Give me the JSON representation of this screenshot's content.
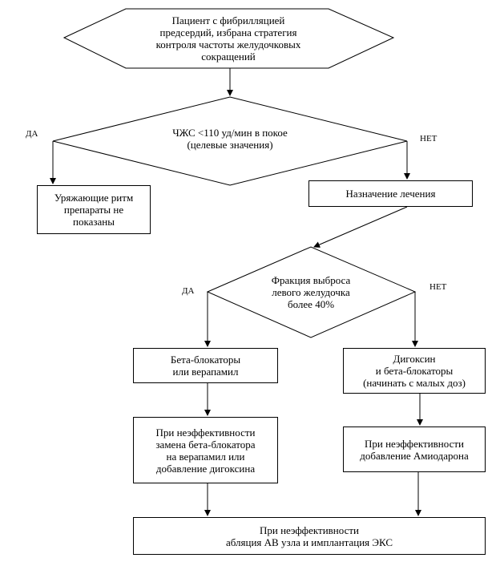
{
  "nodes": {
    "start": {
      "lines": [
        "Пациент с фибрилляцией",
        "предсердий, избрана стратегия",
        "контроля частоты желудочковых",
        "сокращений"
      ]
    },
    "hr_decision": {
      "lines": [
        "ЧЖС <110 уд/мин в покое",
        "(целевые значения)"
      ]
    },
    "no_drugs": {
      "lines": [
        "Уряжающие ритм",
        "препараты не",
        "показаны"
      ]
    },
    "treatment": {
      "lines": [
        "Назначение лечения"
      ]
    },
    "ef_decision": {
      "lines": [
        "Фракция выброса",
        "левого желудочка",
        "более 40%"
      ]
    },
    "beta_verap": {
      "lines": [
        "Бета-блокаторы",
        "или верапамил"
      ]
    },
    "digoxin_beta": {
      "lines": [
        "Дигоксин",
        "и бета-блокаторы",
        "(начинать с малых доз)"
      ]
    },
    "replace": {
      "lines": [
        "При неэффективности",
        "замена бета-блокатора",
        "на верапамил или",
        "добавление дигоксина"
      ]
    },
    "amiodarone": {
      "lines": [
        "При неэффективности",
        "добавление Амиодарона"
      ]
    },
    "ablation": {
      "lines": [
        "При неэффективности",
        "абляция АВ узла и имплантация ЭКС"
      ]
    }
  },
  "branch_labels": {
    "hr_yes": "ДА",
    "hr_no": "НЕТ",
    "ef_yes": "ДА",
    "ef_no": "НЕТ"
  }
}
